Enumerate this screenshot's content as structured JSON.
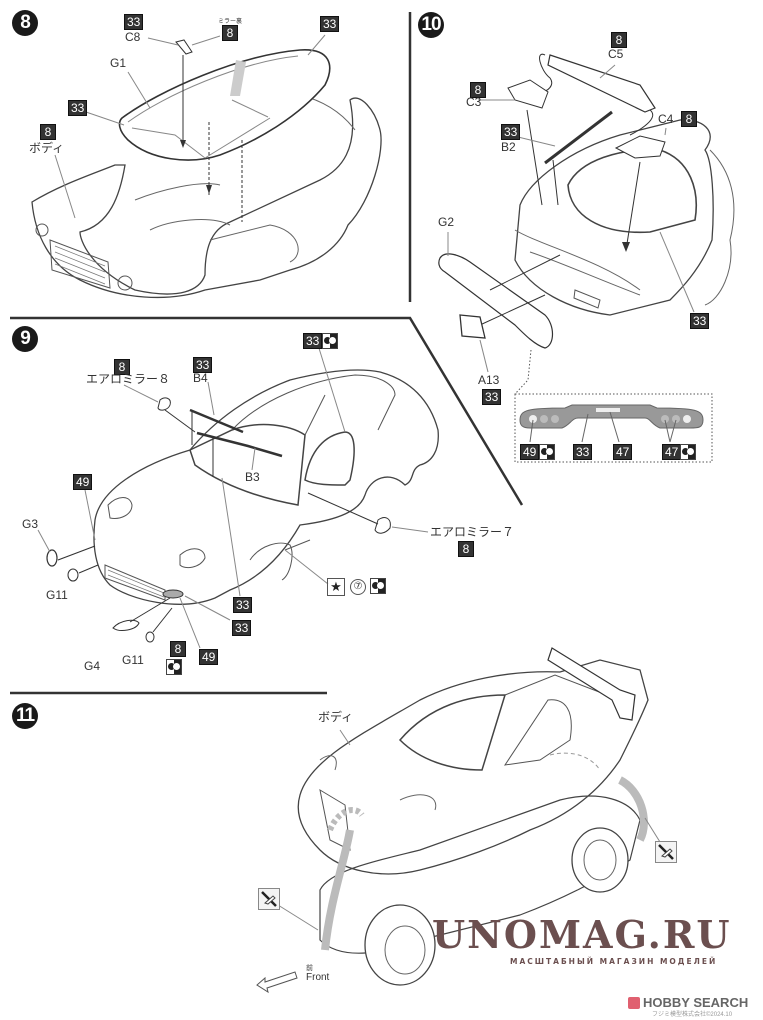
{
  "page": {
    "title": "Model kit assembly instructions - steps 8 to 11"
  },
  "steps": [
    {
      "number": "8",
      "callouts": [
        {
          "part": "C8",
          "color_code": "33"
        },
        {
          "part": "",
          "color_code": "8",
          "note": "ミラー裏"
        },
        {
          "part": "G1",
          "color_code": ""
        },
        {
          "part": "",
          "color_code": "33",
          "target": "window frame"
        },
        {
          "part": "",
          "color_code": "33",
          "target": "window edge"
        },
        {
          "part": "ボディ",
          "color_code": "8"
        }
      ]
    },
    {
      "number": "9",
      "callouts": [
        {
          "part": "エアロミラー８",
          "color_code": "8"
        },
        {
          "part": "B4",
          "color_code": "33"
        },
        {
          "part": "B3",
          "color_code": ""
        },
        {
          "part": "",
          "color_code": "33",
          "finish": "semi-gloss",
          "target": "side window frame"
        },
        {
          "part": "",
          "color_code": "49",
          "target": "headlight"
        },
        {
          "part": "G3",
          "color_code": ""
        },
        {
          "part": "G11",
          "color_code": ""
        },
        {
          "part": "G4",
          "color_code": ""
        },
        {
          "part": "G11",
          "color_code": ""
        },
        {
          "part": "",
          "color_code": "8",
          "finish": "semi-gloss"
        },
        {
          "part": "",
          "color_code": "49"
        },
        {
          "part": "",
          "color_code": "33"
        },
        {
          "part": "",
          "color_code": "33"
        },
        {
          "part": "エアロミラー７",
          "color_code": "8"
        },
        {
          "part": "decal",
          "decal_number": "⑦",
          "finish": "semi-gloss"
        }
      ]
    },
    {
      "number": "10",
      "callouts": [
        {
          "part": "C5",
          "color_code": "8"
        },
        {
          "part": "C3",
          "color_code": "8"
        },
        {
          "part": "C4",
          "color_code": "8"
        },
        {
          "part": "B2",
          "color_code": "33"
        },
        {
          "part": "G2",
          "color_code": ""
        },
        {
          "part": "",
          "color_code": "33",
          "target": "rear window"
        },
        {
          "part": "A13",
          "color_code": "33"
        }
      ],
      "detail_inset": {
        "labels": [
          {
            "color_code": "49",
            "finish": "semi-gloss"
          },
          {
            "color_code": "33"
          },
          {
            "color_code": "47"
          },
          {
            "color_code": "47",
            "finish": "semi-gloss"
          }
        ]
      }
    },
    {
      "number": "11",
      "callouts": [
        {
          "part": "ボディ",
          "color_code": ""
        }
      ],
      "direction": {
        "jp": "前",
        "en": "Front"
      }
    }
  ],
  "decal_star_icon": "★",
  "watermark": {
    "brand": "UNOMAG.RU",
    "tagline": "МАСШТАБНЫЙ МАГАЗИН МОДЕЛЕЙ"
  },
  "footer": {
    "logo_text": "HOBBY SEARCH",
    "copyright": "フジミ模型株式会社©2024.10"
  }
}
